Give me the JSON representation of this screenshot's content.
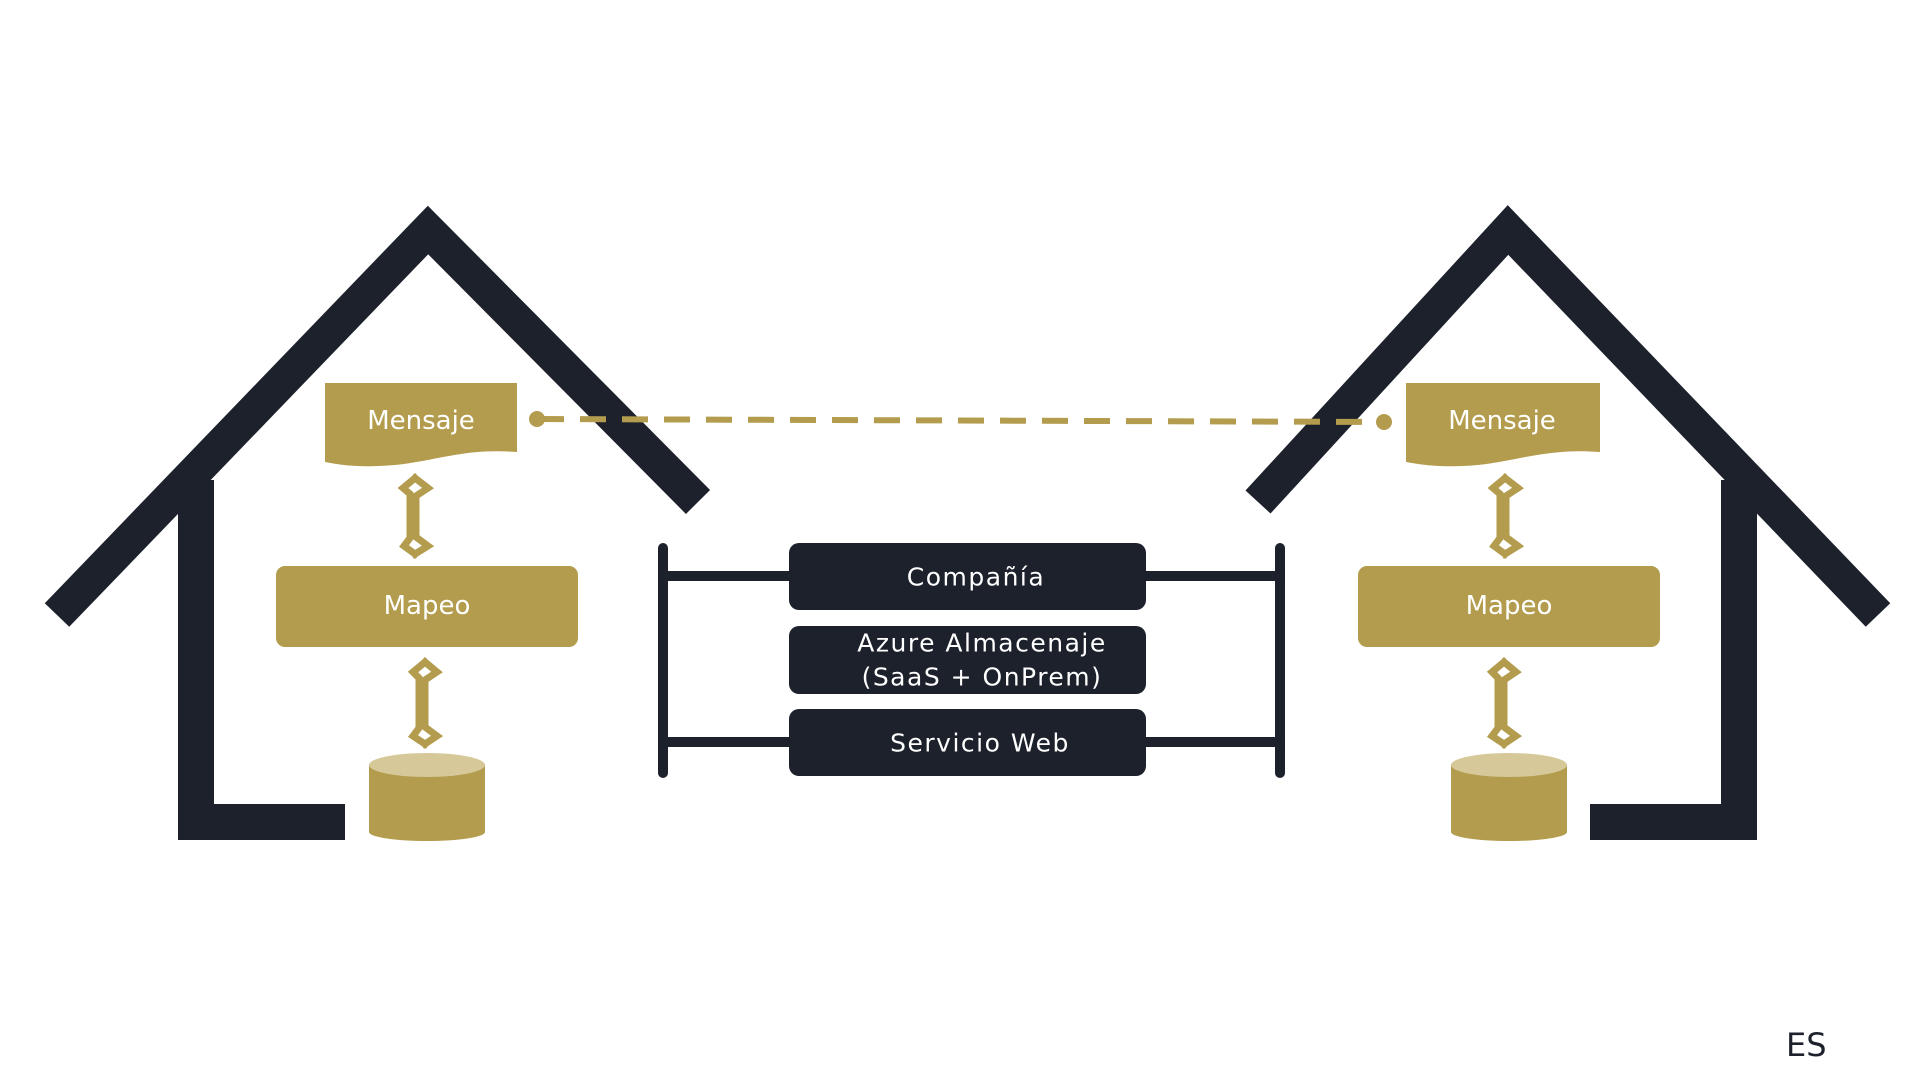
{
  "left_house": {
    "message_label": "Mensaje",
    "mapping_label": "Mapeo"
  },
  "right_house": {
    "message_label": "Mensaje",
    "mapping_label": "Mapeo"
  },
  "middle": {
    "company_label": "Compañía",
    "storage_line1": "Azure Almacenaje",
    "storage_line2": "(SaaS + OnPrem)",
    "webservice_label": "Servicio Web"
  },
  "footer": {
    "language": "ES"
  },
  "colors": {
    "gold": "#b39c4d",
    "gold_light": "#d6c899",
    "dark": "#1c212c",
    "background": "#ffffff"
  }
}
